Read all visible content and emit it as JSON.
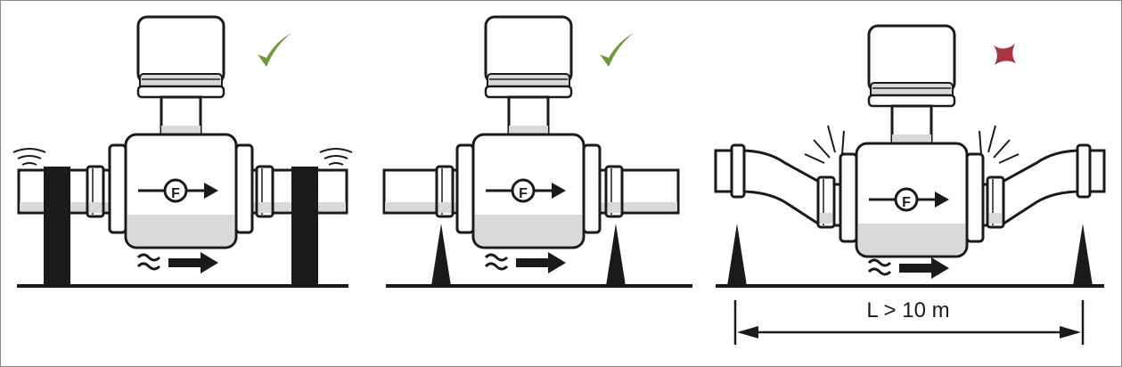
{
  "diagram": {
    "panels": [
      {
        "id": "left",
        "meter_symbol": "F",
        "status": "correct",
        "status_icon": "check-mark-icon"
      },
      {
        "id": "middle",
        "meter_symbol": "F",
        "status": "correct",
        "status_icon": "check-mark-icon"
      },
      {
        "id": "right",
        "meter_symbol": "F",
        "status": "incorrect",
        "status_icon": "cross-mark-icon"
      }
    ],
    "dimension_label": "L > 10 m",
    "colors": {
      "outline": "#1a1a1a",
      "fill": "#ffffff",
      "shade": "#d9d9d9",
      "correct": "#6f9a3a",
      "incorrect": "#a8343f",
      "support": "#1a1a1a"
    }
  }
}
